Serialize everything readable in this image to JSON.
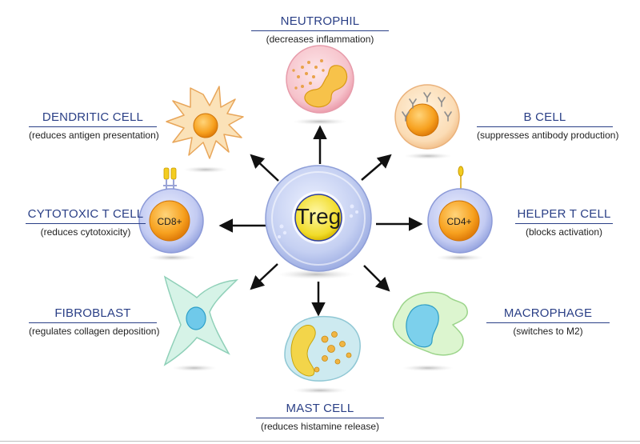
{
  "center": {
    "label": "Treg"
  },
  "cells": [
    {
      "id": "neutrophil",
      "title": "NEUTROPHIL",
      "effect": "(decreases inflammation)"
    },
    {
      "id": "b-cell",
      "title": "B CELL",
      "effect": "(suppresses antibody production)"
    },
    {
      "id": "helper-t",
      "title": "HELPER T CELL",
      "effect": "(blocks activation)",
      "marker": "CD4+"
    },
    {
      "id": "macrophage",
      "title": "MACROPHAGE",
      "effect": "(switches to M2)"
    },
    {
      "id": "mast-cell",
      "title": "MAST CELL",
      "effect": "(reduces histamine release)"
    },
    {
      "id": "fibroblast",
      "title": "FIBROBLAST",
      "effect": "(regulates collagen deposition)"
    },
    {
      "id": "cytotoxic-t",
      "title": "CYTOTOXIC T CELL",
      "effect": "(reduces cytotoxicity)",
      "marker": "CD8+"
    },
    {
      "id": "dendritic",
      "title": "DENDRITIC CELL",
      "effect": "(reduces antigen presentation)"
    }
  ],
  "colors": {
    "label_blue": "#2a3f86",
    "treg_body": "#c9d4f3",
    "treg_nucleus": "#f2e34a",
    "arrow": "#111111"
  }
}
